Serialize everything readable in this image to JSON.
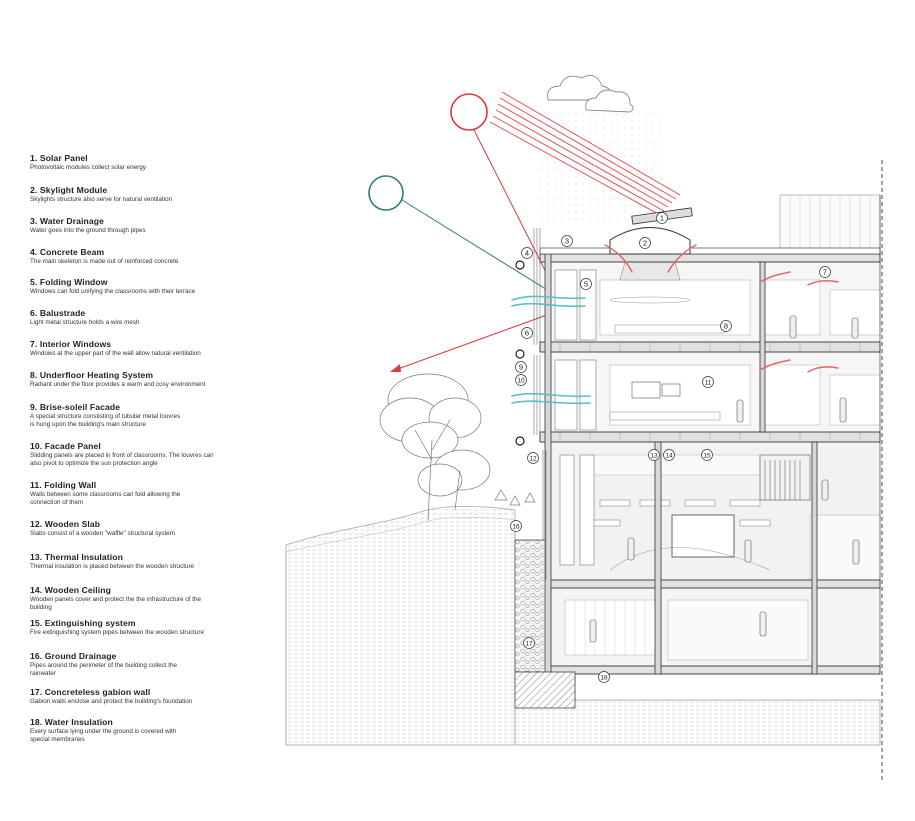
{
  "legend": [
    {
      "number": "1.",
      "title": "Solar Panel",
      "desc": "Photovoltaic modules collect solar energy"
    },
    {
      "number": "2.",
      "title": "Skylight Module",
      "desc": "Skylights structure also serve for natural ventilation"
    },
    {
      "number": "3.",
      "title": "Water Drainage",
      "desc": "Water goes into the ground through pipes"
    },
    {
      "number": "4.",
      "title": "Concrete Beam",
      "desc": "The main skeleton is made out of reinforced  concrete"
    },
    {
      "number": "5.",
      "title": "Folding Window",
      "desc": "Windows can fold unifying the classrooms with their terrace"
    },
    {
      "number": "6.",
      "title": "Balustrade",
      "desc": "Light metal structure holds a wire mesh"
    },
    {
      "number": "7.",
      "title": "Interior Windows",
      "desc": "Windows at the upper part of the wall allow natural ventilation"
    },
    {
      "number": "8.",
      "title": "Underfloor Heating System",
      "desc": "Radiant under the floor provides a warm and cosy environment"
    },
    {
      "number": "9.",
      "title": "Brise-soleil Facade",
      "desc": "A special structure constisting of tubular metal louvres\nis hung upon the building's main structure"
    },
    {
      "number": "10.",
      "title": "Facade Panel",
      "desc": "Slidding panels are placed in front of classrooms. The louvres can\nalso pivot to optimize the sun protection angle"
    },
    {
      "number": "11.",
      "title": "Folding Wall",
      "desc": "Walls between some classrooms can fold allowing the\nconnection of them"
    },
    {
      "number": "12.",
      "title": "Wooden Slab",
      "desc": "Slabs consist of a wooden \"waffle\" structural system"
    },
    {
      "number": "13.",
      "title": "Thermal Insulation",
      "desc": "Thermal insulation is placed between the wooden structure"
    },
    {
      "number": "14.",
      "title": "Wooden Ceiling",
      "desc": "Wooden panels cover and protect the the infrastructure of the\nbuilding"
    },
    {
      "number": "15.",
      "title": "Extinguishing system",
      "desc": "Fire extinguishing system pipes between the wooden structure"
    },
    {
      "number": "16.",
      "title": "Ground Drainage",
      "desc": "Pipes around the perimeter of the building collect the\nrainwater"
    },
    {
      "number": "17.",
      "title": "Concreteless gabion wall",
      "desc": "Gabion walls enclose and protect the building's foundation"
    },
    {
      "number": "18.",
      "title": "Water Insulation",
      "desc": "Every surface lying under the ground is covered with\nspecial membranes"
    }
  ],
  "callouts": [
    "1",
    "2",
    "3",
    "4",
    "5",
    "6",
    "7",
    "8",
    "9",
    "10",
    "11",
    "12",
    "13",
    "14",
    "15",
    "16",
    "17",
    "18"
  ],
  "colors": {
    "sun": "#d63c3c",
    "sun_ray": "#e04848",
    "air_circle": "#2e7d7a",
    "air_flow": "#5bbfc4",
    "warm_arrow": "#e06a6a"
  }
}
